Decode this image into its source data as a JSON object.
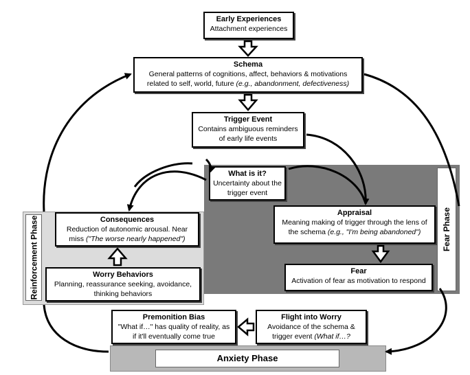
{
  "colors": {
    "fear_bg": "#7a7a7a",
    "reinforcement_bg": "#dcdcdc",
    "anxiety_bg": "#b8b8b8",
    "box_border": "#000000"
  },
  "boxes": {
    "early": {
      "title": "Early Experiences",
      "body": "Attachment experiences"
    },
    "schema": {
      "title": "Schema",
      "body": "General patterns of cognitions, affect, behaviors & motivations related to self, world, future",
      "italic": "(e.g., abandonment, defectiveness)"
    },
    "trigger": {
      "title": "Trigger Event",
      "body": "Contains ambiguous reminders of early life events"
    },
    "whatis": {
      "title": "What is it?",
      "body": "Uncertainty about the trigger event"
    },
    "appraisal": {
      "title": "Appraisal",
      "body": "Meaning making of trigger through the lens of the schema",
      "italic": "(e.g., \"I'm being abandoned\")"
    },
    "fear": {
      "title": "Fear",
      "body": "Activation of fear as motivation to respond"
    },
    "consequences": {
      "title": "Consequences",
      "body": "Reduction of autonomic arousal. Near miss",
      "italic": "(\"The worse nearly happened\")"
    },
    "worry": {
      "title": "Worry Behaviors",
      "body": "Planning, reassurance seeking, avoidance, thinking behaviors"
    },
    "premonition": {
      "title": "Premonition Bias",
      "body": "\"What if…\" has quality of reality, as if it'll eventually come true"
    },
    "flight": {
      "title": "Flight into Worry",
      "body": "Avoidance of the schema & trigger event",
      "italic": "(What if…? scenarios)"
    }
  },
  "phases": {
    "fear": "Fear Phase",
    "reinforcement": "Reinforcement Phase",
    "anxiety": "Anxiety Phase"
  }
}
